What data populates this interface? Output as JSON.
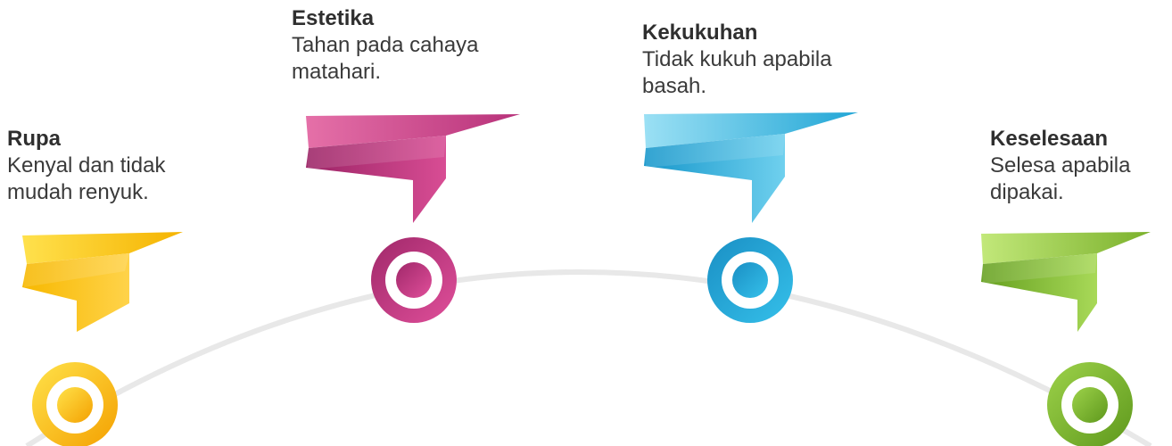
{
  "items": [
    {
      "title": "Rupa",
      "desc_line1": "Kenyal dan tidak",
      "desc_line2": "mudah renyuk.",
      "color_light": "#ffd84a",
      "color_dark": "#f5a800"
    },
    {
      "title": "Estetika",
      "desc_line1": "Tahan pada cahaya",
      "desc_line2": "matahari.",
      "color_light": "#e56aa6",
      "color_dark": "#a52a6e"
    },
    {
      "title": "Kekukuhan",
      "desc_line1": "Tidak kukuh apabila",
      "desc_line2": "basah.",
      "color_light": "#8fdcf2",
      "color_dark": "#1b9fd0"
    },
    {
      "title": "Keselesaan",
      "desc_line1": "Selesa apabila",
      "desc_line2": "dipakai.",
      "color_light": "#b6e36a",
      "color_dark": "#6fa424"
    }
  ],
  "arc_color": "#e8e8e8"
}
